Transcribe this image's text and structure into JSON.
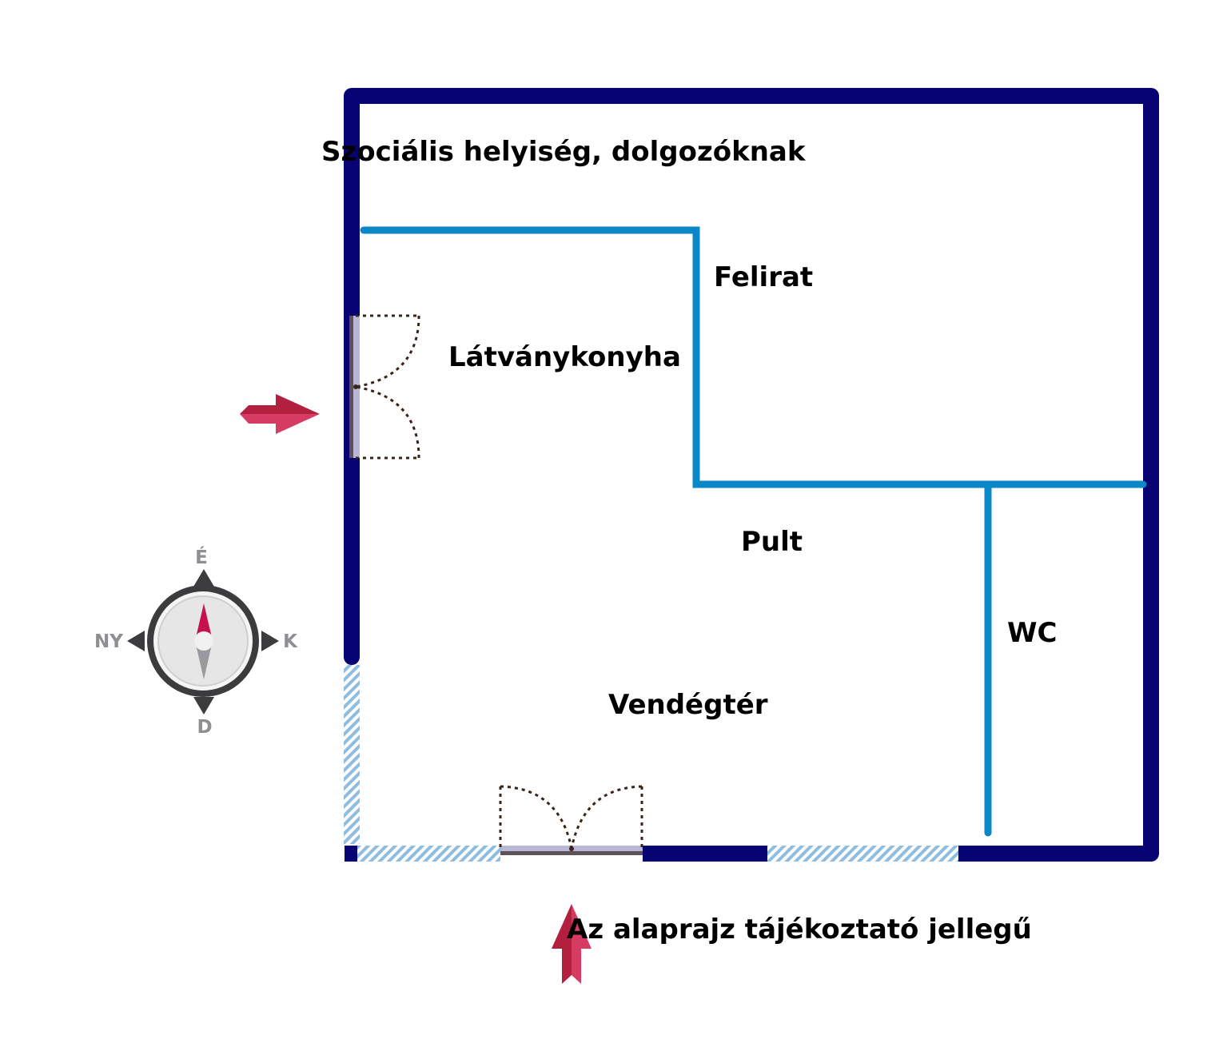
{
  "rooms": {
    "social": "Szociális helyiség, dolgozóknak",
    "sign": "Felirat",
    "kitchen": "Látványkonyha",
    "counter": "Pult",
    "wc": "WC",
    "guest": "Vendégtér"
  },
  "note": "Az alaprajz tájékoztató jellegű",
  "compass": {
    "north": "É",
    "south": "D",
    "east": "K",
    "west": "NY"
  },
  "colors": {
    "outer_wall": "#070372",
    "inner_wall": "#0a87c6",
    "window": "#8fbde0",
    "entrance_arrow": "#d63c63",
    "entrance_arrow_dark": "#b3203f",
    "compass_ring": "#3c3c3e",
    "compass_face": "#e6e6e6",
    "needle_north": "#c6104f",
    "needle_south": "#9a9a9e"
  }
}
